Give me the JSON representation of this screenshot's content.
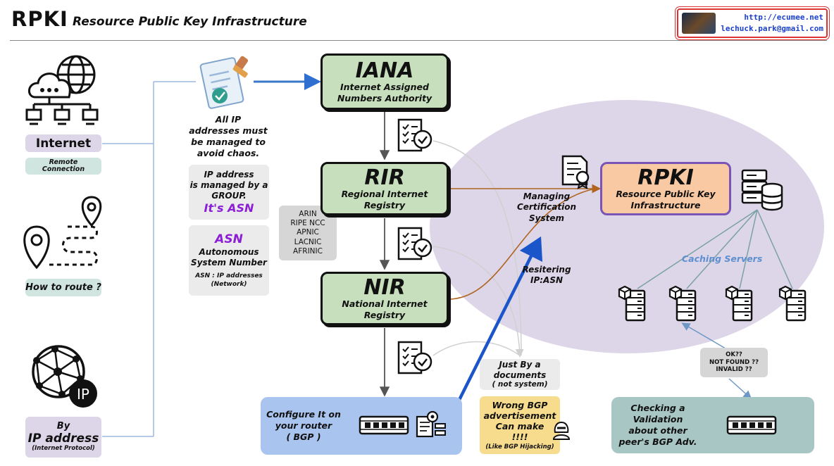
{
  "header": {
    "title": "RPKI",
    "subtitle": "Resource Public Key Infrastructure",
    "contact_url": "http://ecumee.net",
    "contact_email": "lechuck.park@gmail.com"
  },
  "left": {
    "internet_label": "Internet",
    "remote_line1": "Remote",
    "remote_line2": "Connection",
    "route_label": "How to route ?",
    "by_label": "By",
    "ip_label": "IP address",
    "ip_sub": "(Internet Protocol)"
  },
  "middle": {
    "managed_text": [
      "All IP",
      "addresses must",
      "be managed to",
      "avoid chaos."
    ],
    "group_text": [
      "IP address",
      "is managed by a",
      "GROUP."
    ],
    "its_asn": "It's ASN",
    "asn_title": "ASN",
    "asn_full": [
      "Autonomous",
      "System Number"
    ],
    "asn_note": "ASN : IP addresses",
    "asn_note2": "(Network)"
  },
  "registries": {
    "iana": {
      "name": "IANA",
      "full": [
        "Internet Assigned",
        "Numbers Authority"
      ]
    },
    "rir": {
      "name": "RIR",
      "full": [
        "Regional Internet Registry"
      ]
    },
    "nir": {
      "name": "NIR",
      "full": [
        "National Internet Registry"
      ]
    },
    "rir_list": [
      "ARIN",
      "RIPE NCC",
      "APNIC",
      "LACNIC",
      "AFRINIC"
    ]
  },
  "rpki": {
    "name": "RPKI",
    "full": [
      "Resource Public Key",
      "Infrastructure"
    ],
    "managing": [
      "Managing",
      "Certification",
      "System"
    ],
    "caching": "Caching Servers",
    "registering": [
      "Resitering",
      "IP:ASN"
    ]
  },
  "bottom": {
    "configure": [
      "Configure It on",
      "your router",
      "( BGP )"
    ],
    "just_docs": [
      "Just By a",
      "documents",
      "( not system)"
    ],
    "wrong_bgp": [
      "Wrong BGP",
      "advertisement",
      "Can make",
      "!!!!"
    ],
    "hijack_note": "(Like BGP Hijacking)",
    "status": [
      "OK??",
      "NOT FOUND ??",
      "INVALID ??"
    ],
    "checking": [
      "Checking a",
      "Validation",
      "about other",
      "peer's BGP Adv."
    ]
  },
  "colors": {
    "green_box": "#c7dfbc",
    "rpki_box": "#f8c9a2",
    "lavender": "#ddd5e8",
    "blue_arrow": "#1a56c9",
    "orange_line": "#b0641f",
    "teal_box": "#a8c6c3",
    "config_box": "#a9c4ee",
    "yellow_box": "#f8dc8e"
  },
  "icons": [
    "cloud-network-icon",
    "globe-icon",
    "map-pin-icon",
    "route-path-icon",
    "world-network-icon",
    "ip-badge-icon",
    "certificate-stamp-icon",
    "checklist-icon",
    "certificate-icon",
    "database-server-icon",
    "server-icon",
    "router-icon",
    "hacker-icon",
    "gear-document-icon"
  ]
}
